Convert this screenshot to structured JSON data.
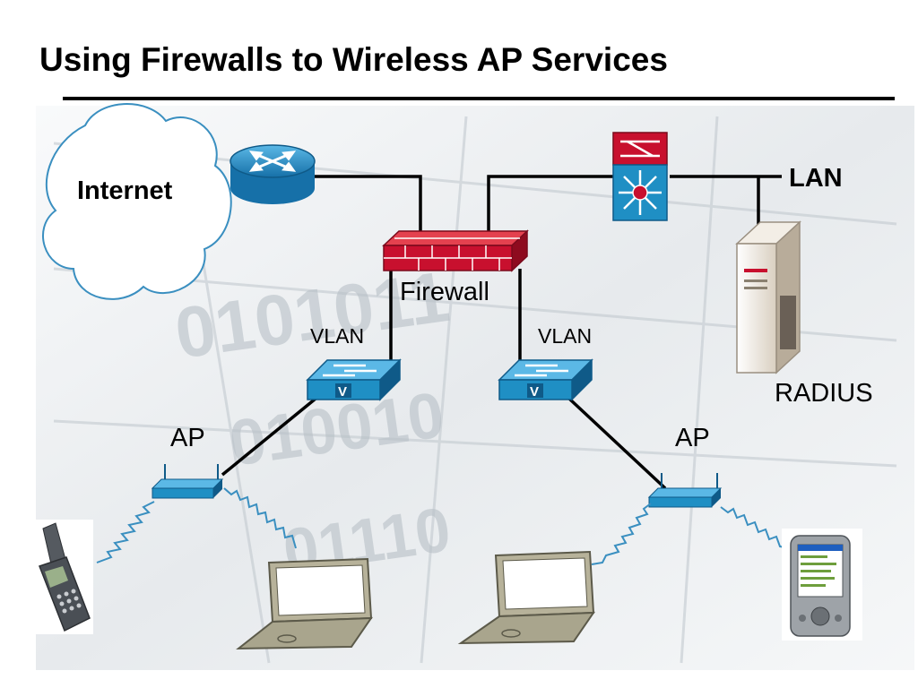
{
  "slide": {
    "title": "Using Firewalls to Wireless AP Services"
  },
  "labels": {
    "internet": "Internet",
    "lan": "LAN",
    "firewall": "Firewall",
    "vlan_left": "VLAN",
    "vlan_right": "VLAN",
    "radius": "RADIUS",
    "ap_left": "AP",
    "ap_right": "AP",
    "switch_badge_left": "V",
    "switch_badge_right": "V"
  },
  "icons": {
    "router": "router-icon",
    "firewall": "firewall-icon",
    "core_switch": "multilayer-switch-icon",
    "vlan_switch": "vlan-switch-icon",
    "access_point": "access-point-icon",
    "radius_server": "server-tower-icon",
    "laptop": "laptop-icon",
    "phone": "flip-phone-icon",
    "pda": "pda-icon"
  },
  "colors": {
    "device_blue": "#1f8fc4",
    "firewall_red": "#c8102e",
    "core_switch_red": "#c8102e",
    "link_black": "#000000",
    "wireless_blue": "#3a8fc0"
  }
}
